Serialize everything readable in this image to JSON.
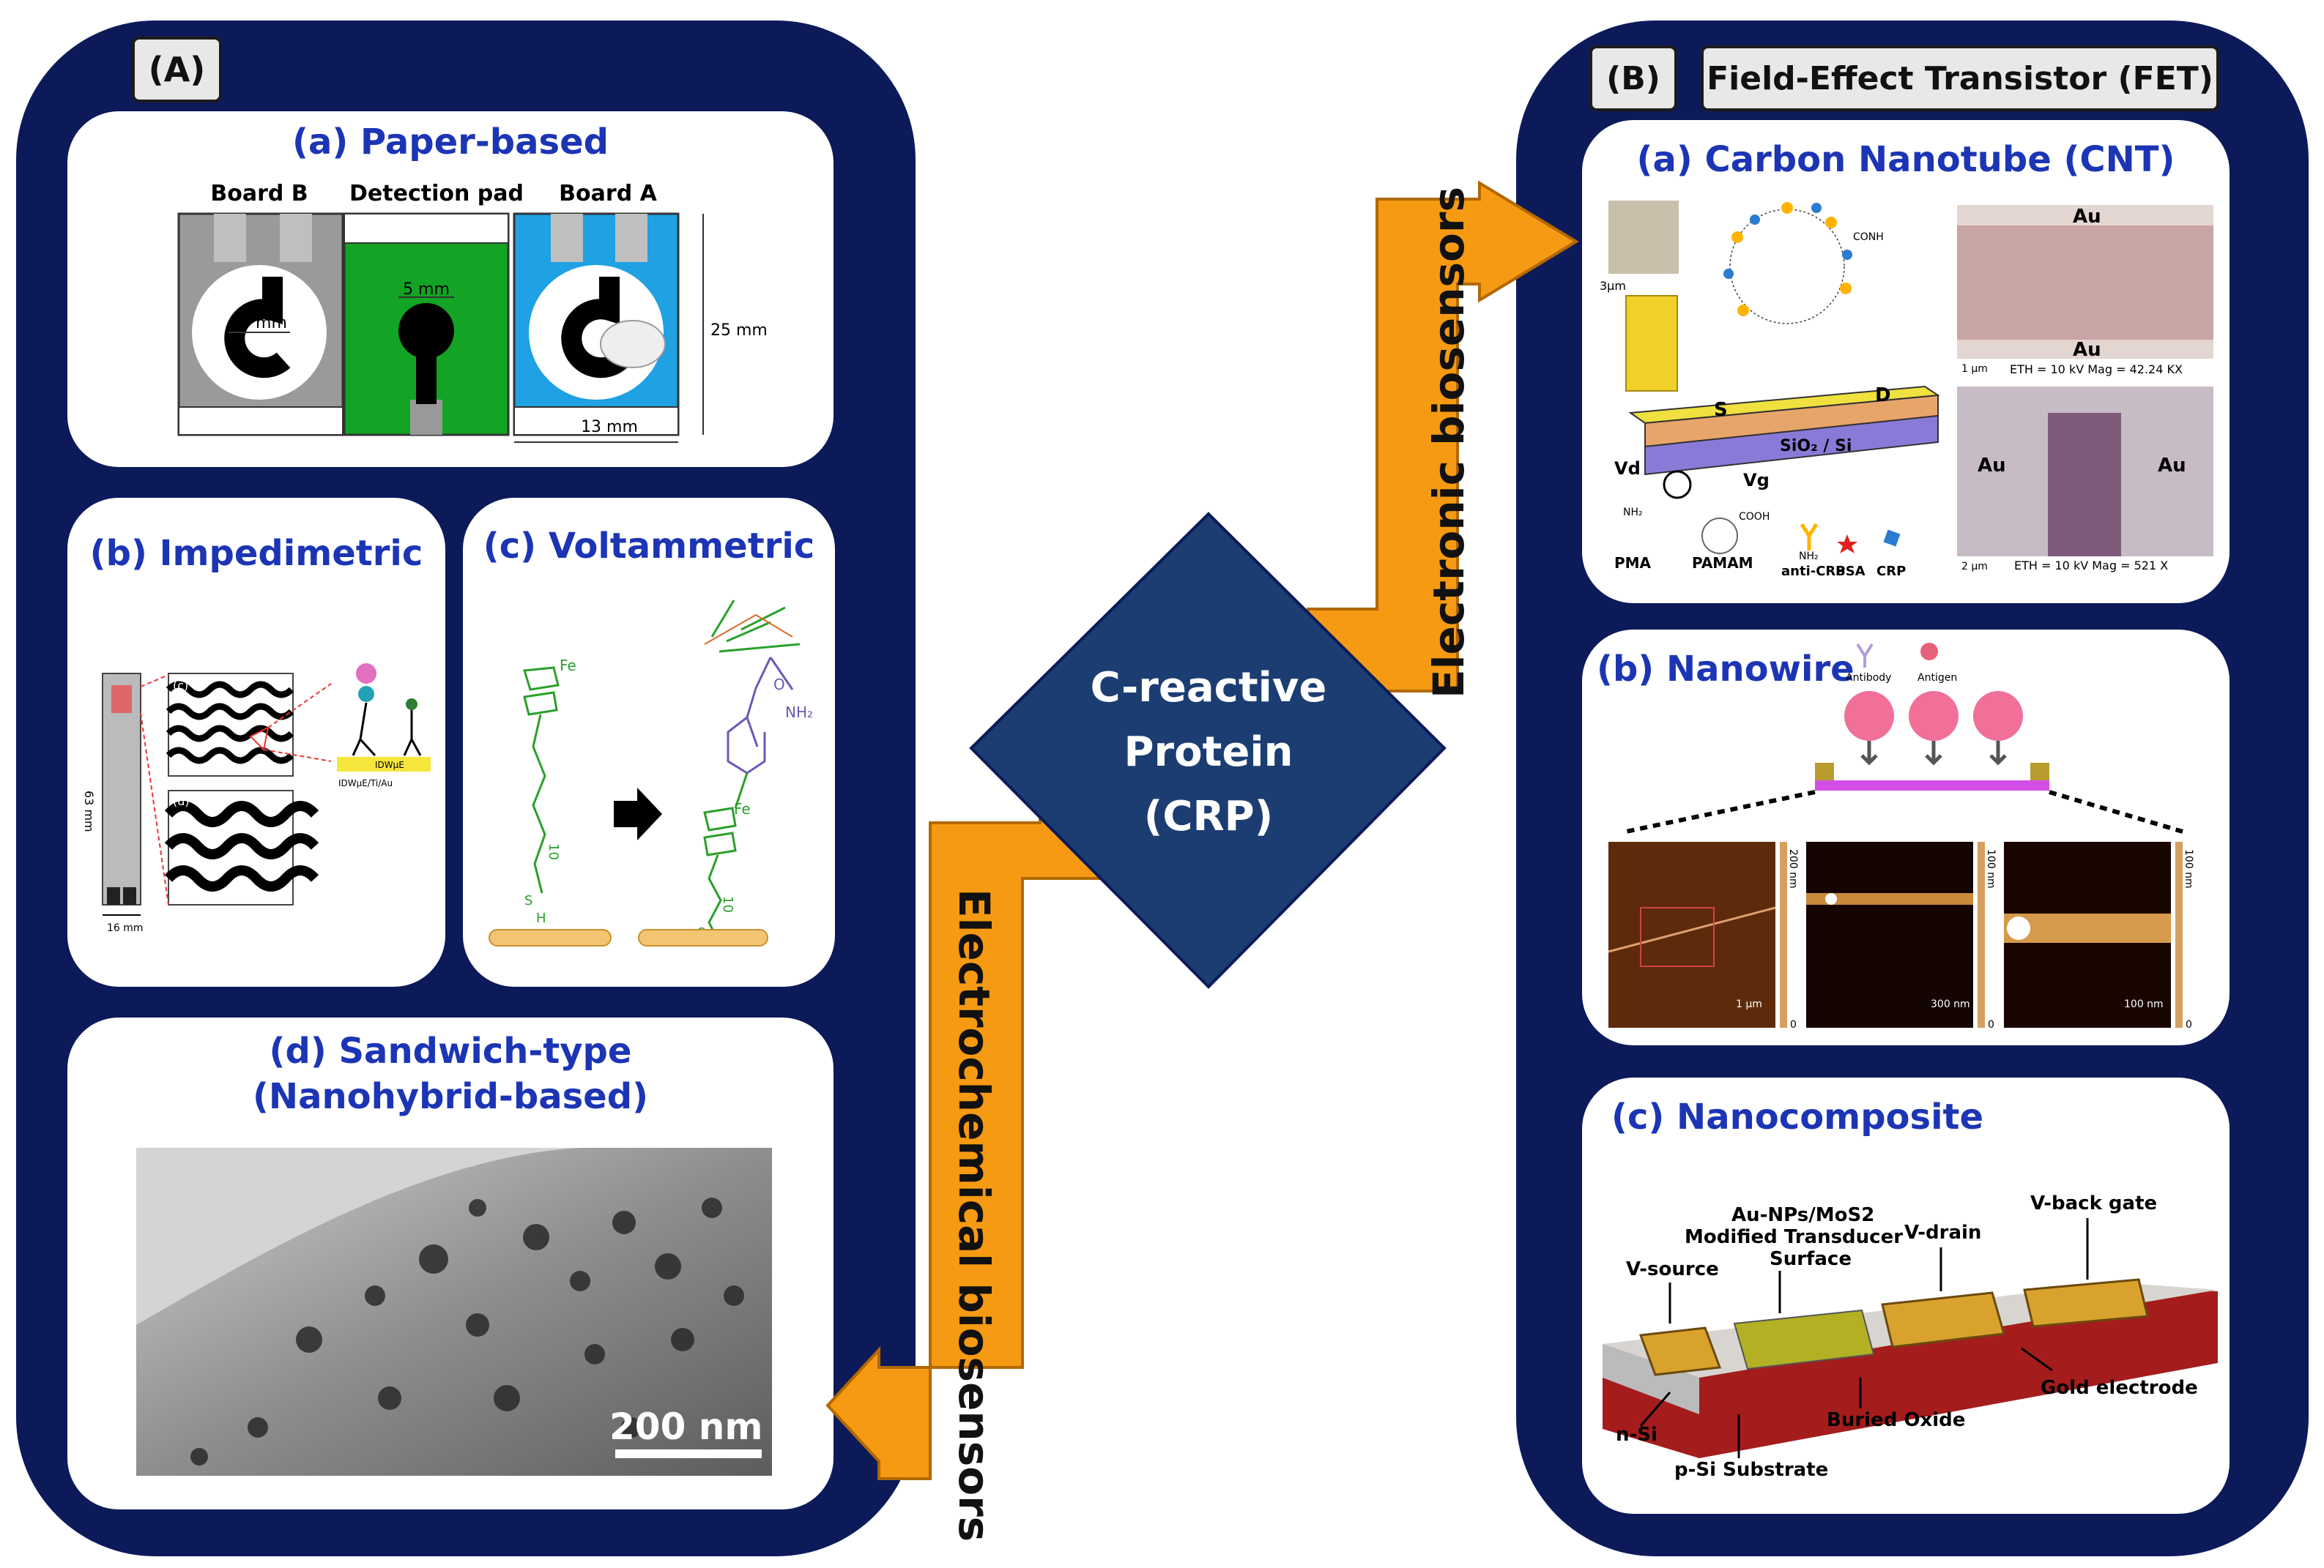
{
  "center": {
    "line1": "C-reactive",
    "line2": "Protein",
    "line3": "(CRP)"
  },
  "arrows": {
    "electronic": "Electronic biosensors",
    "electrochemical": "Electrochemical biosensors"
  },
  "panelA": {
    "tag": "(A)",
    "paper": {
      "title": "(a) Paper-based",
      "board_b": "Board B",
      "detection_pad": "Detection pad",
      "board_a": "Board A",
      "dim_7": "7 mm",
      "dim_5": "5 mm",
      "dim_13": "13 mm",
      "dim_25": "25 mm"
    },
    "impedimetric": {
      "title": "(b) Impedimetric",
      "dim_63": "63 mm",
      "dim_16": "16 mm",
      "idew_label": "IDWµE",
      "idew_stack": "IDWµE/Ti/Au",
      "panel_c": "(c)",
      "panel_d": "(d)"
    },
    "voltammetric": {
      "title": "(c) Voltammetric",
      "fe": "Fe",
      "fe2": "Fe",
      "subscript": "10",
      "subscript2": "10",
      "sh": "S",
      "h": "H",
      "carbonyl": "O",
      "amine": "NH₂",
      "s2": "S"
    },
    "sandwich": {
      "title_line1": "(d) Sandwich-type",
      "title_line2": "(Nanohybrid-based)",
      "scale": "200 nm"
    }
  },
  "panelB": {
    "tag": "(B)",
    "fet_label": "Field-Effect Transistor (FET)",
    "cnt": {
      "title": "(a) Carbon Nanotube (CNT)",
      "scale_3um": "3μm",
      "conh": "CONH",
      "oxide": "SiO₂ / Si",
      "s": "S",
      "d": "D",
      "vd": "Vd",
      "vg": "Vg",
      "pma": "PMA",
      "pamam": "PAMAM",
      "anti_crp": "anti-CRP",
      "bsa": "BSA",
      "crp": "CRP",
      "nh2": "NH₂",
      "cooh": "COOH",
      "nh2b": "NH₂",
      "au_top": "Au",
      "au_bottom": "Au",
      "sem1": "ETH = 10 kV  Mag = 42.24 KX",
      "sem1_scale": "1 μm",
      "au_left": "Au",
      "au_right": "Au",
      "sem2": "ETH = 10 kV  Mag = 521 X",
      "sem2_scale": "2 μm"
    },
    "nanowire": {
      "title": "(b) Nanowire",
      "antibody": "Antibody",
      "antigen": "Antigen",
      "afm1_max": "200 nm",
      "afm1_min": "0",
      "afm1_scale": "1 μm",
      "afm2_max": "100 nm",
      "afm2_min": "0",
      "afm2_scale": "300 nm",
      "afm3_max": "100 nm",
      "afm3_min": "0",
      "afm3_scale": "100 nm"
    },
    "nanocomposite": {
      "title": "(c) Nanocomposite",
      "au_nps_1": "Au-NPs/MoS2",
      "au_nps_2": "Modified Transducer",
      "au_nps_3": "Surface",
      "v_drain": "V-drain",
      "v_back_gate": "V-back gate",
      "v_source": "V-source",
      "gold_electrode": "Gold electrode",
      "n_si": "n-Si",
      "buried_oxide": "Buried Oxide",
      "p_si": "p-Si Substrate"
    }
  },
  "colors": {
    "navy": "#0c1a5a",
    "orange": "#f59a12",
    "title_blue": "#1c35b5",
    "diamond": "#1b3d72"
  }
}
